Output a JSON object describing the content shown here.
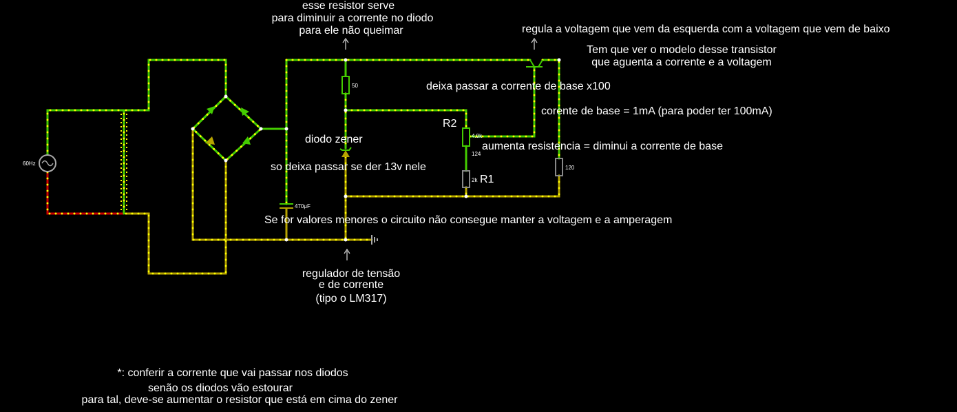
{
  "annotations": {
    "resistor_note": [
      "esse resistor serve",
      "para diminuir a corrente no diodo",
      "para ele não queimar"
    ],
    "transistor_note1": "regula a voltagem que vem da esquerda com a voltagem que vem de baixo",
    "transistor_note2": [
      "Tem que ver o modelo desse transistor",
      "que aguenta a corrente e a voltagem"
    ],
    "base_note": "deixa passar a corrente de base x100",
    "base_current_note": "corente de base = 1mA (para poder ter 100mA)",
    "zener_label": "diodo zener",
    "resistance_note": "aumenta resistencia = diminui a corrente de base",
    "zener_note": "so deixa passar se der 13v nele",
    "values_note": "Se for valores menores o circuito não consegue manter a voltagem e a amperagem",
    "regulator_note": [
      "regulador de tensão",
      "e de corrente",
      "(tipo o LM317)"
    ],
    "footer_note": [
      "*: conferir a corrente que vai passar nos diodos",
      "senão os diodos vão estourar",
      "para tal, deve-se aumentar o resistor que está em cima do zener"
    ]
  },
  "components": {
    "source_label": "60Hz",
    "r_top_value": "50",
    "r2_label": "R2",
    "r2_value": "4.9k",
    "pot_value": "124",
    "r1_label": "R1",
    "r1_value": "2k",
    "r_right_value": "120",
    "cap_value": "470μF"
  },
  "colors": {
    "wire_active": "#44cc00",
    "current_dots": "#ffff00",
    "wire_low": "#cc0000",
    "background": "#000000"
  }
}
